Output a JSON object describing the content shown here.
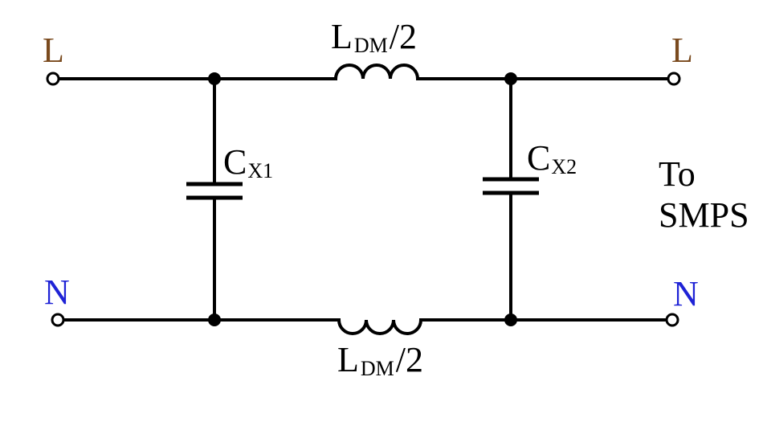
{
  "terminals": {
    "line_in": "L",
    "neutral_in": "N",
    "line_out": "L",
    "neutral_out": "N"
  },
  "inductors": {
    "top": {
      "symbol": "L",
      "subscript": "DM",
      "suffix": "/2"
    },
    "bottom": {
      "symbol": "L",
      "subscript": "DM",
      "suffix": "/2"
    }
  },
  "capacitors": {
    "cx1": {
      "symbol": "C",
      "subscript": "X1"
    },
    "cx2": {
      "symbol": "C",
      "subscript": "X2"
    }
  },
  "output_label": {
    "line1": "To",
    "line2": "SMPS"
  },
  "colors": {
    "line_label": "#7a4a1e",
    "neutral_label": "#1f23d6",
    "wire": "#000000"
  }
}
